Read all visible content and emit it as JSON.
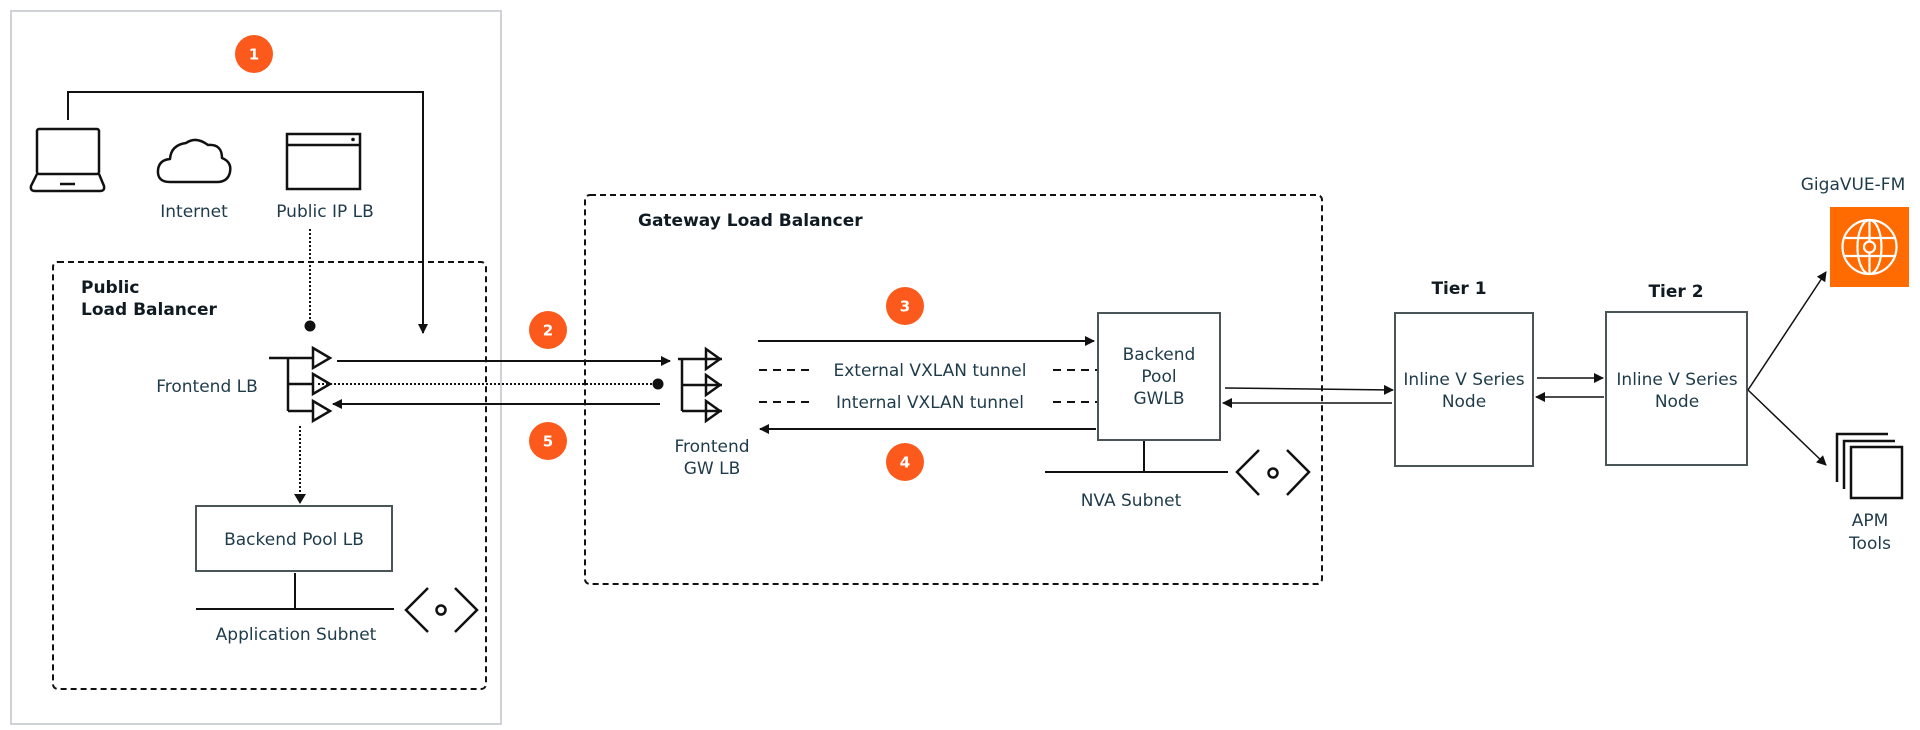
{
  "diagram": {
    "colors": {
      "badge": "#fb5a1c",
      "gigavue": "#ff6b00",
      "line": "#111111",
      "box_stroke": "#4a5558",
      "outer_frame": "#cfd2d6",
      "label": "#1f3b4a"
    },
    "client_area": {
      "icons": [
        {
          "name": "laptop-icon",
          "label": ""
        },
        {
          "name": "cloud-icon",
          "label": "Internet"
        },
        {
          "name": "browser-window-icon",
          "label": "Public IP LB"
        }
      ]
    },
    "public_lb": {
      "title_line1": "Public",
      "title_line2": "Load Balancer",
      "frontend_label": "Frontend LB",
      "backend_pool_label": "Backend Pool LB",
      "subnet_label": "Application Subnet"
    },
    "gateway_lb": {
      "title": "Gateway Load Balancer",
      "frontend_label_line1": "Frontend",
      "frontend_label_line2": "GW LB",
      "external_tunnel": "External VXLAN tunnel",
      "internal_tunnel": "Internal VXLAN tunnel",
      "backend_line1": "Backend",
      "backend_line2": "Pool",
      "backend_line3": "GWLB",
      "subnet_label": "NVA Subnet"
    },
    "tiers": [
      {
        "title": "Tier 1",
        "line1": "Inline V Series",
        "line2": "Node"
      },
      {
        "title": "Tier 2",
        "line1": "Inline V Series",
        "line2": "Node"
      }
    ],
    "destinations": {
      "gigavue_label": "GigaVUE-FM",
      "apm_line1": "APM",
      "apm_line2": "Tools"
    },
    "badges": [
      "1",
      "2",
      "3",
      "4",
      "5"
    ]
  }
}
